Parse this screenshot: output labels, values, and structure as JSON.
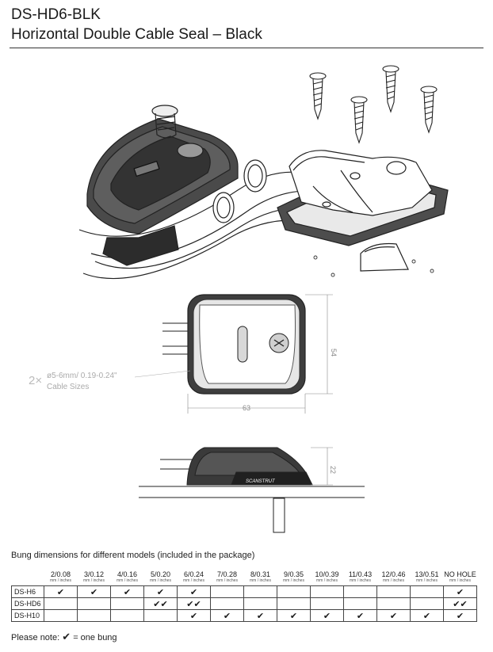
{
  "header": {
    "title": "DS-HD6-BLK",
    "subtitle": "Horizontal Double Cable Seal – Black"
  },
  "drawing": {
    "brand_mark": "SCANSTRUT",
    "top_view": {
      "depth_label": "54",
      "width_label": "63"
    },
    "side_view": {
      "height_label": "22"
    },
    "cable_note": {
      "multiplier": "2×",
      "range": "ø5-6mm/ 0.19-0.24\"",
      "label": "Cable Sizes"
    }
  },
  "bung_table": {
    "caption": "Bung dimensions for different models (included in the package)",
    "columns": [
      {
        "size": "2/0.08",
        "unit": "mm / inches"
      },
      {
        "size": "3/0.12",
        "unit": "mm / inches"
      },
      {
        "size": "4/0.16",
        "unit": "mm / inches"
      },
      {
        "size": "5/0.20",
        "unit": "mm / inches"
      },
      {
        "size": "6/0.24",
        "unit": "mm / inches"
      },
      {
        "size": "7/0.28",
        "unit": "mm / inches"
      },
      {
        "size": "8/0.31",
        "unit": "mm / inches"
      },
      {
        "size": "9/0.35",
        "unit": "mm / inches"
      },
      {
        "size": "10/0.39",
        "unit": "mm / inches"
      },
      {
        "size": "11/0.43",
        "unit": "mm / inches"
      },
      {
        "size": "12/0.46",
        "unit": "mm / inches"
      },
      {
        "size": "13/0.51",
        "unit": "mm / inches"
      },
      {
        "size": "NO HOLE",
        "unit": "mm / inches"
      }
    ],
    "rows": [
      {
        "model": "DS-H6",
        "cells": [
          "✔",
          "✔",
          "✔",
          "✔",
          "✔",
          "",
          "",
          "",
          "",
          "",
          "",
          "",
          "✔"
        ]
      },
      {
        "model": "DS-HD6",
        "cells": [
          "",
          "",
          "",
          "✔✔",
          "✔✔",
          "",
          "",
          "",
          "",
          "",
          "",
          "",
          "✔✔"
        ]
      },
      {
        "model": "DS-H10",
        "cells": [
          "",
          "",
          "",
          "",
          "✔",
          "✔",
          "✔",
          "✔",
          "✔",
          "✔",
          "✔",
          "✔",
          "✔"
        ]
      }
    ]
  },
  "footnote": {
    "prefix": "Please note:",
    "symbol": "✔",
    "text": "= one bung"
  }
}
